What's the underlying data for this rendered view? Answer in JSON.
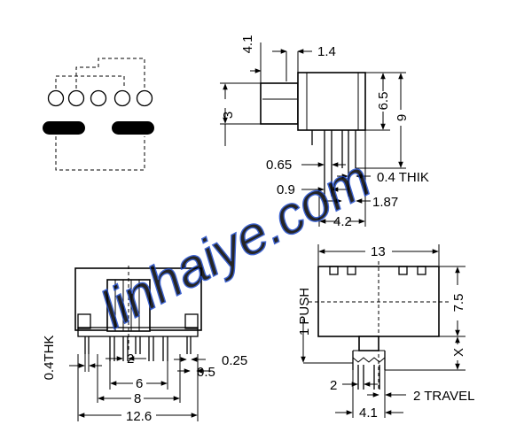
{
  "dims": {
    "d_4_1_top": "4.1",
    "d_1_4": "1.4",
    "d_3": "3",
    "d_6_5": "6.5",
    "d_9": "9",
    "d_0_65": "0.65",
    "d_0_4_thik_side": "0.4 THIK",
    "d_0_9": "0.9",
    "d_1_87": "1.87",
    "d_4_2": "4.2",
    "d_13": "13",
    "d_1_push": "1 PUSH",
    "d_7_5": "7.5",
    "d_x": "X",
    "d_2_bottom": "2",
    "d_2_travel": "2 TRAVEL",
    "d_4_1_bottom": "4.1",
    "d_0_4_thk_front": "0.4THK",
    "d_2_front": "2",
    "d_0_25": "0.25",
    "d_6": "6",
    "d_0_5": "0.5",
    "d_8": "8",
    "d_12_6": "12.6"
  },
  "watermark": "linhaiye.com"
}
